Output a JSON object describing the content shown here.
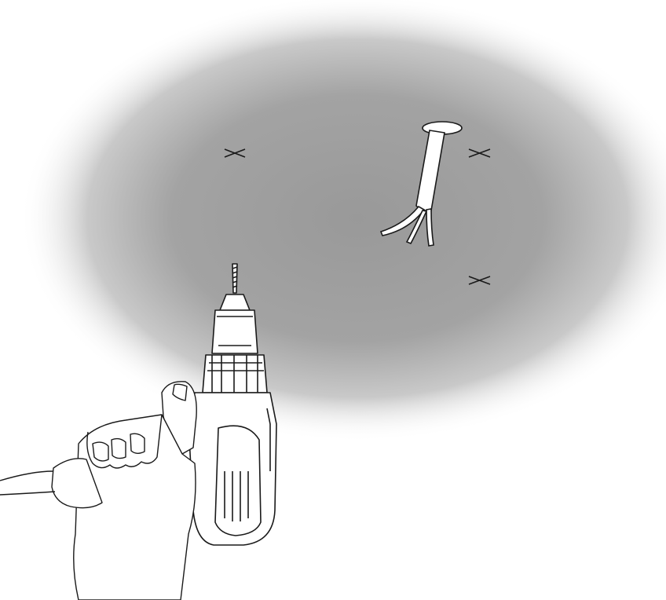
{
  "illustration": {
    "subject": "ceiling-fixture-installation",
    "markers": [
      {
        "kind": "drill-mark"
      },
      {
        "kind": "drill-mark"
      },
      {
        "kind": "drill-mark"
      }
    ],
    "elements": [
      "ceiling-shadow",
      "electrical-cable",
      "power-drill",
      "hand"
    ],
    "colors": {
      "ceiling_center": "#9a9a9a",
      "ceiling_edge": "#ffffff",
      "line": "#1a1a1a",
      "drill_body": "#ffffff"
    }
  }
}
